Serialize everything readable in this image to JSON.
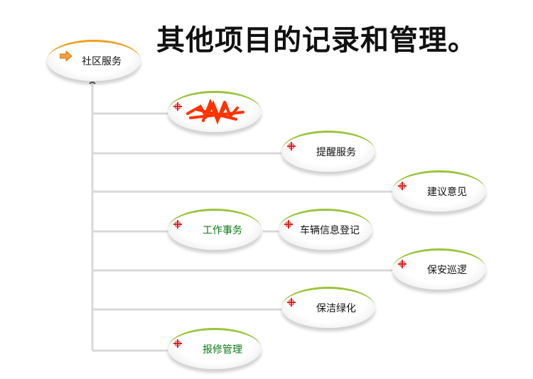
{
  "title": "其他项目的记录和管理。",
  "root": {
    "label": "社区服务",
    "icon": "arrow-right-icon"
  },
  "nodes": [
    {
      "label": "",
      "icon": "cross-marker-icon"
    },
    {
      "label": "提醒服务",
      "icon": "cross-marker-icon"
    },
    {
      "label": "建议意见",
      "icon": "cross-marker-icon"
    },
    {
      "label": "工作事务",
      "icon": "cross-marker-icon",
      "color": "#0b7a14"
    },
    {
      "label": "车辆信息登记",
      "icon": "cross-marker-icon"
    },
    {
      "label": "保安巡逻",
      "icon": "cross-marker-icon"
    },
    {
      "label": "保洁绿化",
      "icon": "cross-marker-icon"
    },
    {
      "label": "报修管理",
      "icon": "cross-marker-icon",
      "color": "#0b7a14"
    }
  ],
  "colors": {
    "accent": "#9ac43a",
    "root_accent": "#f0a020",
    "marker": "#e02020",
    "scribble": "#ff3300"
  }
}
